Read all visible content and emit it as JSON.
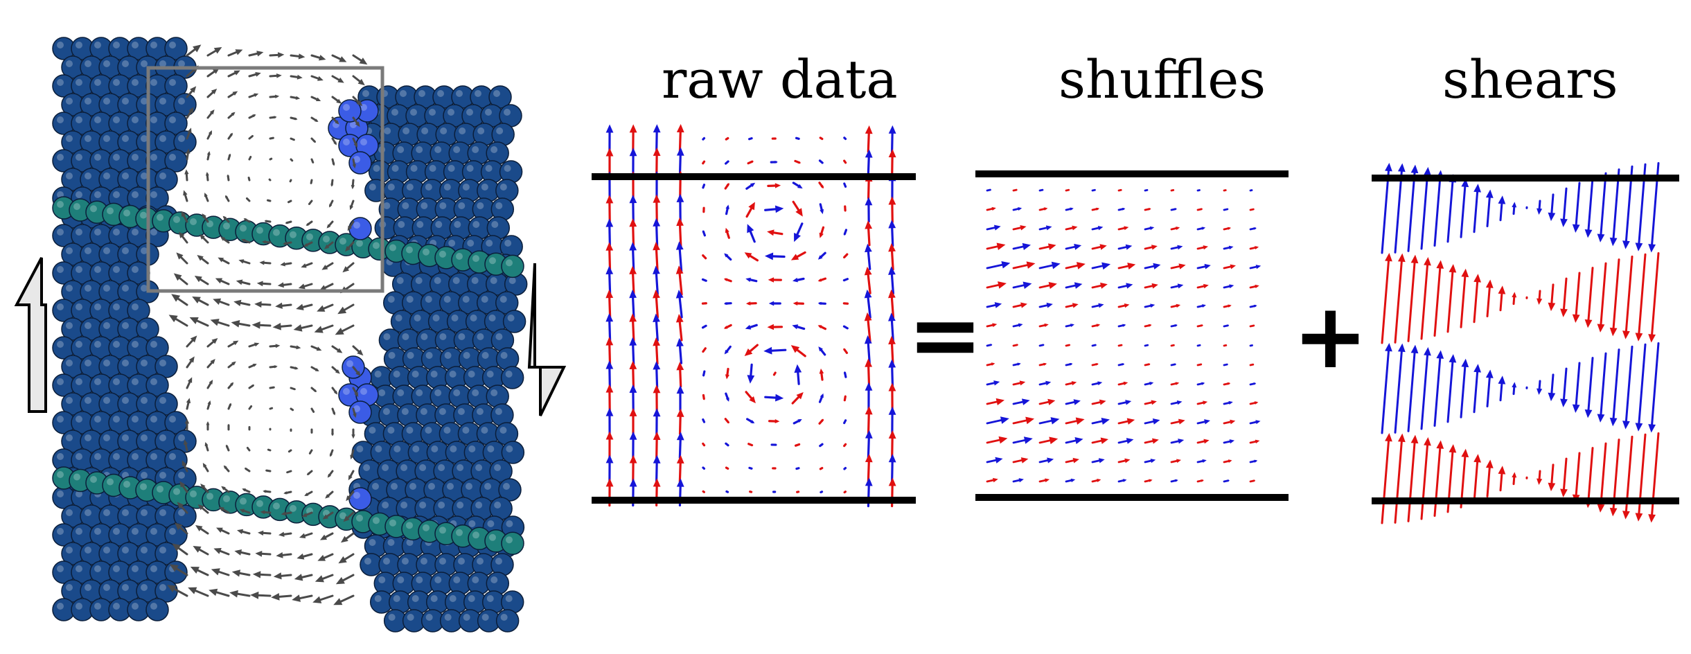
{
  "panels": [
    {
      "id": "raw",
      "title": "raw data"
    },
    {
      "id": "shuffles",
      "title": "shuffles"
    },
    {
      "id": "shears",
      "title": "shears"
    }
  ],
  "operators": {
    "equals": "=",
    "plus": "+"
  },
  "colors": {
    "red": "#e01010",
    "blue": "#1515d8",
    "grey_arrow": "#4a4a4a",
    "atom_dark": "#1a4a8a",
    "atom_teal": "#1e7f7a",
    "atom_light": "#3b5ce6",
    "plate": "#000000",
    "frame": "#7a7a7a",
    "shear_arrow_fill": "#e8e8e8"
  },
  "icons": {
    "shear_up": "shear-up-arrow-icon",
    "shear_down": "shear-down-arrow-icon"
  }
}
